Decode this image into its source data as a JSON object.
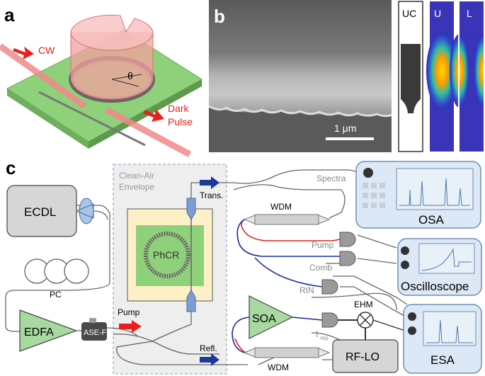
{
  "panel_a": {
    "letter": "a",
    "cw": "CW",
    "theta": "θ",
    "dark": "Dark",
    "pulse": "Pulse"
  },
  "panel_b": {
    "letter": "b",
    "scale": "1 μm",
    "uc": "UC",
    "u": "U",
    "l": "L"
  },
  "panel_c": {
    "letter": "c",
    "ecdl": "ECDL",
    "pc": "PC",
    "edfa": "EDFA",
    "asef": "ASE-F",
    "pump_arrow": "Pump",
    "envelope_line1": "Clean-Air",
    "envelope_line2": "Envelope",
    "phcr": "PhCR",
    "trans": "Trans.",
    "refl": "Refl.",
    "spectra": "Spectra",
    "wdm_top": "WDM",
    "wdm_bottom": "WDM",
    "pump_label": "Pump",
    "comb_label": "Comb",
    "rin_label": "RIN",
    "osa": "OSA",
    "oscilloscope": "Oscilloscope",
    "soa": "SOA",
    "frep": "f",
    "frep_sub": "rep",
    "ehm": "EHM",
    "rflo": "RF-LO",
    "esa": "ESA"
  },
  "colors": {
    "green": "#8fd07a",
    "pink": "#f08a8a",
    "red_arrow": "#e8201c",
    "blue_arrow": "#1a3a9a",
    "box_fill": "#d6d6d6",
    "instrument_fill": "#dce8f5",
    "instrument_stroke": "#6f8fb3",
    "amp_fill": "#a8d9a0",
    "envelope_fill": "#eeeeee",
    "yellow": "#fdf0c7"
  }
}
